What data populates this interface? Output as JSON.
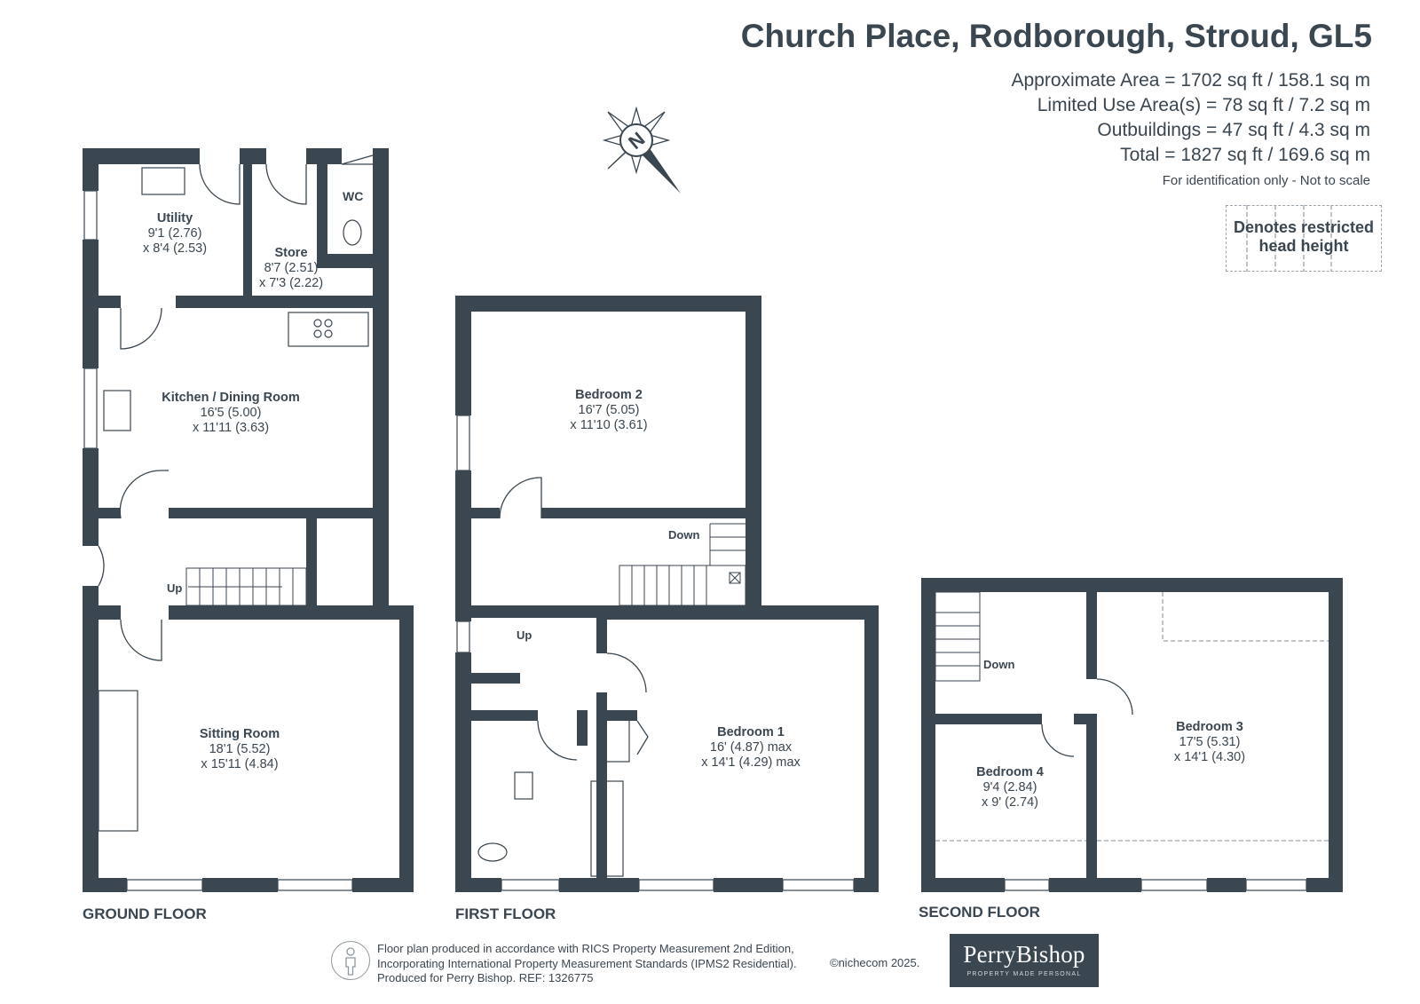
{
  "header": {
    "title": "Church Place, Rodborough, Stroud, GL5",
    "areas": [
      "Approximate Area = 1702 sq ft / 158.1 sq m",
      "Limited Use Area(s) = 78 sq ft / 7.2 sq m",
      "Outbuildings = 47 sq ft / 4.3 sq m",
      "Total = 1827 sq ft / 169.6 sq m"
    ],
    "note": "For identification only - Not to scale"
  },
  "legend": {
    "line1": "Denotes restricted",
    "line2": "head height"
  },
  "compass": {
    "letter": "N"
  },
  "floors": {
    "ground": "GROUND FLOOR",
    "first": "FIRST FLOOR",
    "second": "SECOND FLOOR"
  },
  "rooms": {
    "utility": {
      "name": "Utility",
      "dim1": "9'1 (2.76)",
      "dim2": "x 8'4 (2.53)"
    },
    "store": {
      "name": "Store",
      "dim1": "8'7 (2.51)",
      "dim2": "x 7'3 (2.22)"
    },
    "wc": {
      "name": "WC"
    },
    "kitchen": {
      "name": "Kitchen / Dining Room",
      "dim1": "16'5 (5.00)",
      "dim2": "x 11'11 (3.63)"
    },
    "sitting": {
      "name": "Sitting Room",
      "dim1": "18'1 (5.52)",
      "dim2": "x 15'11 (4.84)"
    },
    "bedroom2": {
      "name": "Bedroom 2",
      "dim1": "16'7 (5.05)",
      "dim2": "x 11'10 (3.61)"
    },
    "bedroom1": {
      "name": "Bedroom 1",
      "dim1": "16' (4.87) max",
      "dim2": "x 14'1 (4.29) max"
    },
    "bedroom3": {
      "name": "Bedroom 3",
      "dim1": "17'5 (5.31)",
      "dim2": "x 14'1 (4.30)"
    },
    "bedroom4": {
      "name": "Bedroom 4",
      "dim1": "9'4 (2.84)",
      "dim2": "x 9' (2.74)"
    }
  },
  "stairs": {
    "up_ground": "Up",
    "down_first": "Down",
    "up_first": "Up",
    "down_second": "Down"
  },
  "footer": {
    "line1": "Floor plan produced in accordance with RICS Property Measurement 2nd Edition,",
    "line2": "Incorporating International Property Measurement Standards (IPMS2 Residential).",
    "line3": "Produced for Perry Bishop.   REF: 1326775",
    "copyright": "©nichecom 2025.",
    "logo_name": "PerryBishop",
    "logo_tagline": "PROPERTY MADE PERSONAL"
  },
  "colors": {
    "wall": "#3a4650",
    "text": "#3a4650"
  }
}
